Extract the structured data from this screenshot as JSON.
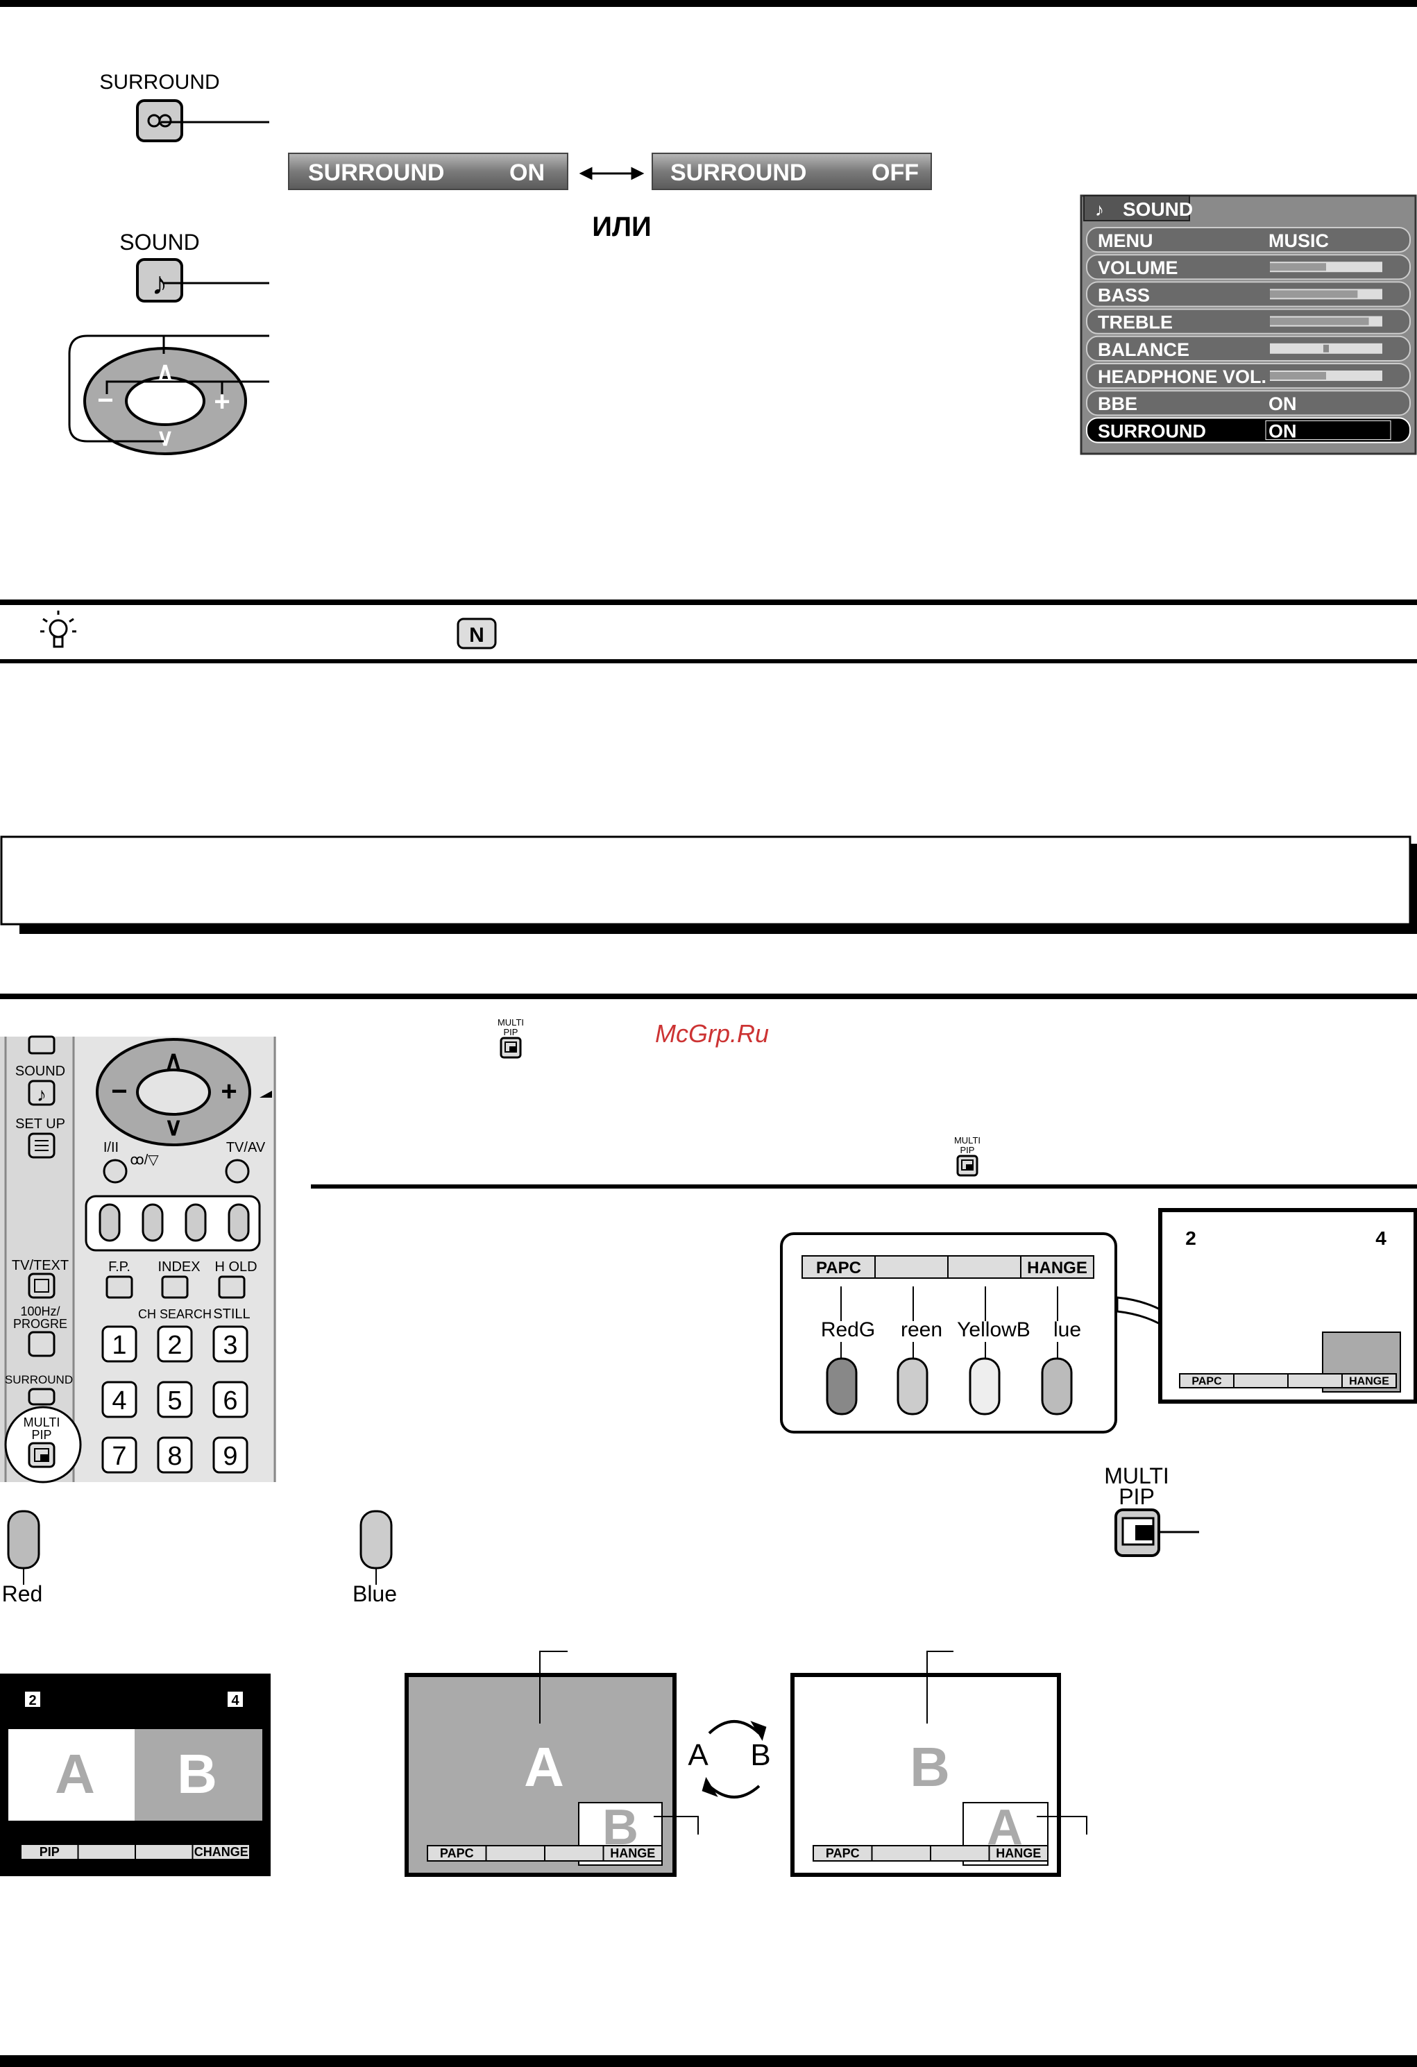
{
  "surround_section": {
    "surround_button_label": "SURROUND",
    "sound_button_label": "SOUND",
    "osd_on": {
      "label": "SURROUND",
      "value": "ON"
    },
    "osd_off": {
      "label": "SURROUND",
      "value": "OFF"
    },
    "or_text": "ИЛИ"
  },
  "sound_menu": {
    "title": "SOUND",
    "rows": [
      {
        "label": "MENU",
        "value": "MUSIC",
        "level": null
      },
      {
        "label": "VOLUME",
        "value": "",
        "level": 0.5
      },
      {
        "label": "BASS",
        "value": "",
        "level": 0.78
      },
      {
        "label": "TREBLE",
        "value": "",
        "level": 0.88
      },
      {
        "label": "BALANCE",
        "value": "",
        "level": 0.5
      },
      {
        "label": "HEADPHONE VOL.",
        "value": "",
        "level": 0.5
      },
      {
        "label": "BBE",
        "value": "ON",
        "level": null
      },
      {
        "label": "SURROUND",
        "value": "ON",
        "level": null
      }
    ]
  },
  "note_key": "N",
  "watermark": "McGrp.Ru",
  "remote": {
    "sound": "SOUND",
    "set_up": "SET UP",
    "tv_text": "TV/TEXT",
    "hz": "100Hz/",
    "progre": "PROGRE",
    "surround": "SURROUND",
    "multi": "MULTI",
    "pip": "PIP",
    "dual": "I/II",
    "sub": "ꝏ/▽",
    "tvav": "TV/AV",
    "fp": "F.P.",
    "index": "INDEX",
    "hold": "H OLD",
    "ch_search": "CH SEARCH",
    "still": "STILL",
    "numbers": [
      "1",
      "2",
      "3",
      "4",
      "5",
      "6",
      "7",
      "8",
      "9"
    ]
  },
  "multi_pip_small": {
    "line1": "MULTI",
    "line2": "PIP"
  },
  "color_panel": {
    "bar": [
      "PAPC",
      "",
      "",
      "HANGE"
    ],
    "labels": [
      "RedG",
      "reen",
      "YellowB",
      "lue"
    ]
  },
  "screen_thumb": {
    "left_num": "2",
    "right_num": "4",
    "bar": [
      "PAPC",
      "",
      "",
      "HANGE"
    ]
  },
  "multi_pip_large": {
    "line1": "MULTI",
    "line2": "PIP"
  },
  "red_label": "Red",
  "blue_label": "Blue",
  "split_screen": {
    "num_left": "2",
    "num_right": "4",
    "a": "A",
    "b": "B",
    "bar": [
      "PIP",
      "",
      "",
      "CHANGE"
    ]
  },
  "pip_screen_1": {
    "main": "A",
    "sub": "B",
    "bar": [
      "PAPC",
      "",
      "",
      "HANGE"
    ]
  },
  "swap": {
    "left": "A",
    "right": "B"
  },
  "pip_screen_2": {
    "main": "B",
    "sub": "A",
    "bar": [
      "PAPC",
      "",
      "",
      "HANGE"
    ]
  }
}
